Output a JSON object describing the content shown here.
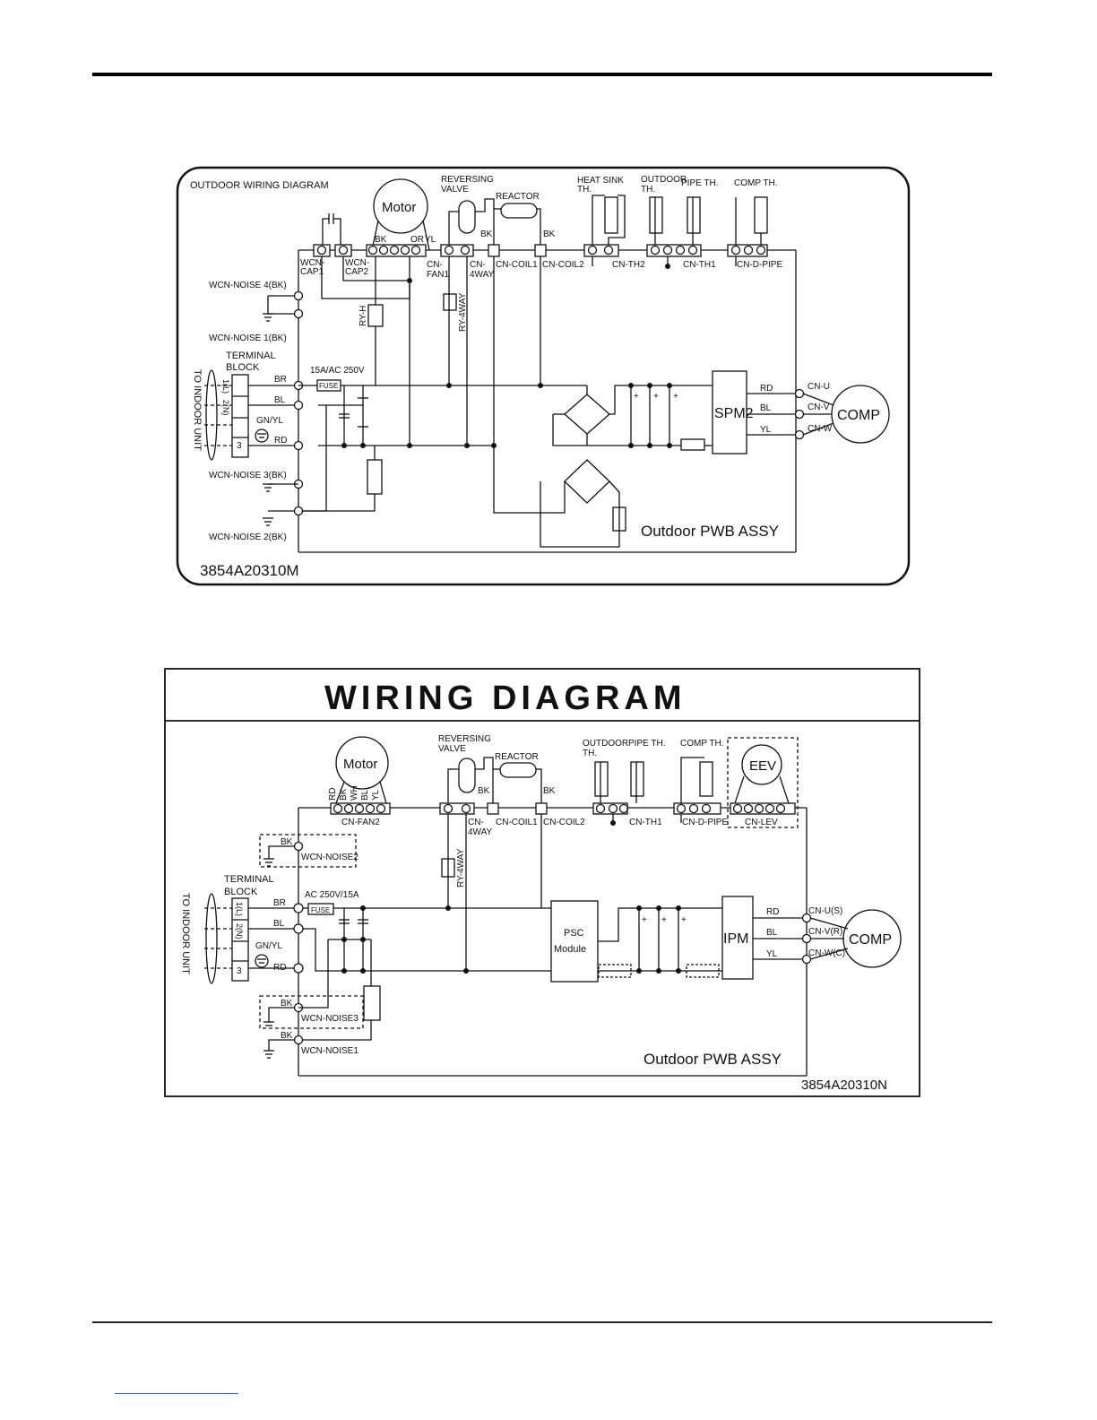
{
  "diagram1": {
    "title": "OUTDOOR WIRING DIAGRAM",
    "part_number": "3854A20310M",
    "board": "Outdoor PWB ASSY",
    "motor": "Motor",
    "reversing_valve": [
      "REVERSING",
      "VALVE"
    ],
    "reactor": "REACTOR",
    "heat_sink": [
      "HEAT SINK",
      "TH."
    ],
    "outdoor_th": [
      "OUTDOOR",
      "TH."
    ],
    "pipe_th": "PIPE TH.",
    "comp_th": "COMP TH.",
    "wire_bk": "BK",
    "wire_or": "OR",
    "wire_yl": "YL",
    "wcn_cap1": [
      "WCN-",
      "CAP1"
    ],
    "wcn_cap2": [
      "WCN-",
      "CAP2"
    ],
    "cn_fan1": [
      "CN-",
      "FAN1"
    ],
    "cn_4way": [
      "CN-",
      "4WAY"
    ],
    "cn_coil1": "CN-COIL1",
    "cn_coil2": "CN-COIL2",
    "cn_th2": "CN-TH2",
    "cn_th1": "CN-TH1",
    "cn_d_pipe": "CN-D-PIPE",
    "wcn_noise4": "WCN-NOISE  4(BK)",
    "wcn_noise1": "WCN-NOISE  1(BK)",
    "wcn_noise3": "WCN-NOISE  3(BK)",
    "wcn_noise2": "WCN-NOISE  2(BK)",
    "ry_h": "RY-H",
    "ry_4way": "RY-4WAY",
    "terminal_block": [
      "TERMINAL",
      "BLOCK"
    ],
    "to_indoor": "TO INDOOR UNIT",
    "fuse_rating": "15A/AC 250V",
    "fuse": "FUSE",
    "br": "BR",
    "bl": "BL",
    "gnyl": "GN/YL",
    "rd": "RD",
    "yl": "YL",
    "terminals": [
      "1(L)",
      "2(N)",
      "3"
    ],
    "spm": "SPM2",
    "comp": "COMP",
    "cn_u": "CN-U",
    "cn_v": "CN-V",
    "cn_w": "CN-W",
    "plus": "+"
  },
  "diagram2": {
    "title": "WIRING DIAGRAM",
    "part_number": "3854A20310N",
    "board": "Outdoor PWB ASSY",
    "motor": "Motor",
    "motor_wires": [
      "RD",
      "BK",
      "WH",
      "BL",
      "YL"
    ],
    "cn_fan2": "CN-FAN2",
    "reversing_valve": [
      "REVERSING",
      "VALVE"
    ],
    "reactor": "REACTOR",
    "bk": "BK",
    "outdoor_th": [
      "OUTDOOR",
      "TH."
    ],
    "pipe_th": "PIPE TH.",
    "comp_th": "COMP TH.",
    "eev": "EEV",
    "cn_4way": [
      "CN-",
      "4WAY"
    ],
    "cn_coil1": "CN-COIL1",
    "cn_coil2": "CN-COIL2",
    "cn_th1": "CN-TH1",
    "cn_d_pipe": "CN-D-PIPE",
    "cn_lev": "CN-LEV",
    "wcn_noise2": "WCN-NOISE2",
    "wcn_noise3": "WCN-NOISE3",
    "wcn_noise1": "WCN-NOISE1",
    "ry_4way": "RY-4WAY",
    "terminal_block": [
      "TERMINAL",
      "BLOCK"
    ],
    "to_indoor": "TO INDOOR UNIT",
    "fuse_rating": "AC 250V/15A",
    "fuse": "FUSE",
    "br": "BR",
    "bl": "BL",
    "gnyl": "GN/YL",
    "rd": "RD",
    "yl": "YL",
    "terminals": [
      "1(L)",
      "2(N)",
      "3"
    ],
    "psc": [
      "PSC",
      "Module"
    ],
    "ipm": "IPM",
    "comp": "COMP",
    "cn_u": "CN-U(S)",
    "cn_v": "CN-V(R)",
    "cn_w": "CN-W(C)",
    "plus": "+"
  }
}
